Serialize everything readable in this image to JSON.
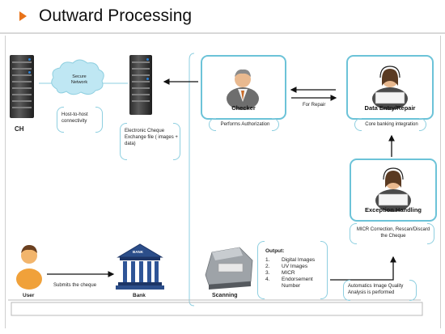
{
  "title": "Outward Processing",
  "colors": {
    "accent": "#e8731a",
    "card_border": "#6cc3d8",
    "cloud": "#bfe7f3"
  },
  "nodes": {
    "ch": {
      "label": "CH"
    },
    "secure_network": {
      "label": "Secure Network"
    },
    "host_to_host": {
      "label": "Host-to-host connectivity"
    },
    "exchange_file": {
      "label": "Electronic Cheque Exchange file   ( images + data)"
    },
    "checker": {
      "title": "Checker",
      "caption": "Performs Authorization"
    },
    "for_repair": {
      "label": "For Repair"
    },
    "data_entry": {
      "title": "Data Entry/Repair",
      "caption": "Core banking integration"
    },
    "exception": {
      "title": "Exception Handling",
      "caption": "MICR Correction, Rescan/Discard the Cheque"
    },
    "user": {
      "label": "User"
    },
    "submits": {
      "label": "Submits the cheque"
    },
    "bank": {
      "label": "Bank",
      "sign": "BANK"
    },
    "scanning": {
      "label": "Scanning"
    },
    "output": {
      "heading": "Output:",
      "items": [
        {
          "num": "1.",
          "text": "Digital Images"
        },
        {
          "num": "2.",
          "text": "UV Images"
        },
        {
          "num": "3.",
          "text": "MICR"
        },
        {
          "num": "4.",
          "text": "Endorsement"
        },
        {
          "num": "",
          "text": "Number"
        }
      ]
    },
    "quality": {
      "label": "Automatics Image Quality Analysis is performed"
    }
  },
  "icons": [
    "server-icon",
    "cloud-icon",
    "person-icon",
    "headset-person-icon",
    "bank-icon",
    "scanner-icon",
    "user-icon",
    "arrow-icon"
  ]
}
